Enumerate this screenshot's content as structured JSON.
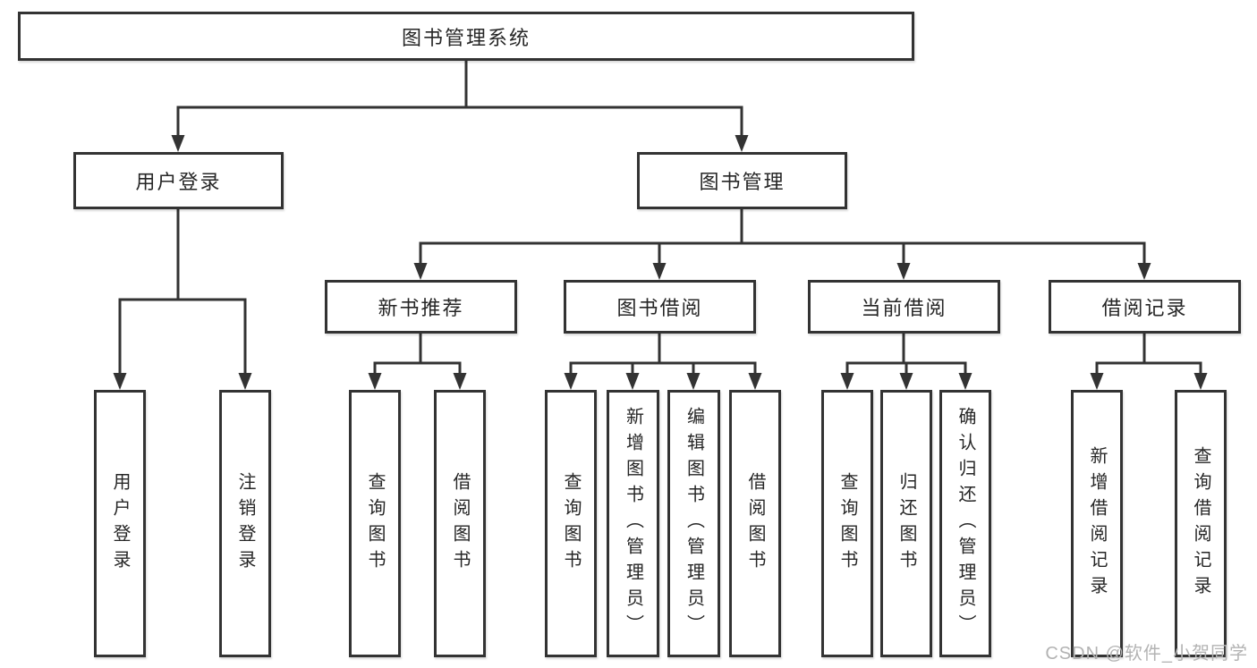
{
  "diagram": {
    "root": {
      "label": "图书管理系统"
    },
    "branches": [
      {
        "label": "用户登录",
        "children": [
          {
            "label": "用户登录"
          },
          {
            "label": "注销登录"
          }
        ]
      },
      {
        "label": "图书管理",
        "children": [
          {
            "label": "新书推荐",
            "children": [
              {
                "label": "查询图书"
              },
              {
                "label": "借阅图书"
              }
            ]
          },
          {
            "label": "图书借阅",
            "children": [
              {
                "label": "查询图书"
              },
              {
                "label": "新增图书（管理员）"
              },
              {
                "label": "编辑图书（管理员）"
              },
              {
                "label": "借阅图书"
              }
            ]
          },
          {
            "label": "当前借阅",
            "children": [
              {
                "label": "查询图书"
              },
              {
                "label": "归还图书"
              },
              {
                "label": "确认归还（管理员）"
              }
            ]
          },
          {
            "label": "借阅记录",
            "children": [
              {
                "label": "新增借阅记录"
              },
              {
                "label": "查询借阅记录"
              }
            ]
          }
        ]
      }
    ]
  },
  "watermark": "CSDN @软件_小贺同学",
  "colors": {
    "line": "#333333",
    "border": "#333333",
    "text": "#262626",
    "background": "#ffffff",
    "watermark": "#b3b3b3"
  }
}
